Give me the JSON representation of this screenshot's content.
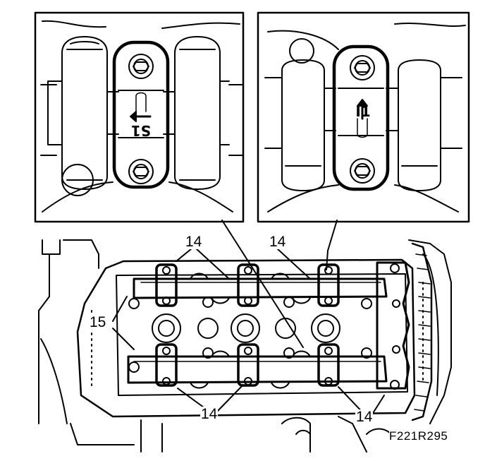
{
  "figure_code": "F221R295",
  "callouts": {
    "top_left": "14",
    "top_right": "14",
    "left": "15",
    "bottom_left": "14",
    "bottom_right": "14"
  },
  "detail_views": {
    "left_cap_marking": "S1",
    "right_cap_marking": "I1"
  }
}
